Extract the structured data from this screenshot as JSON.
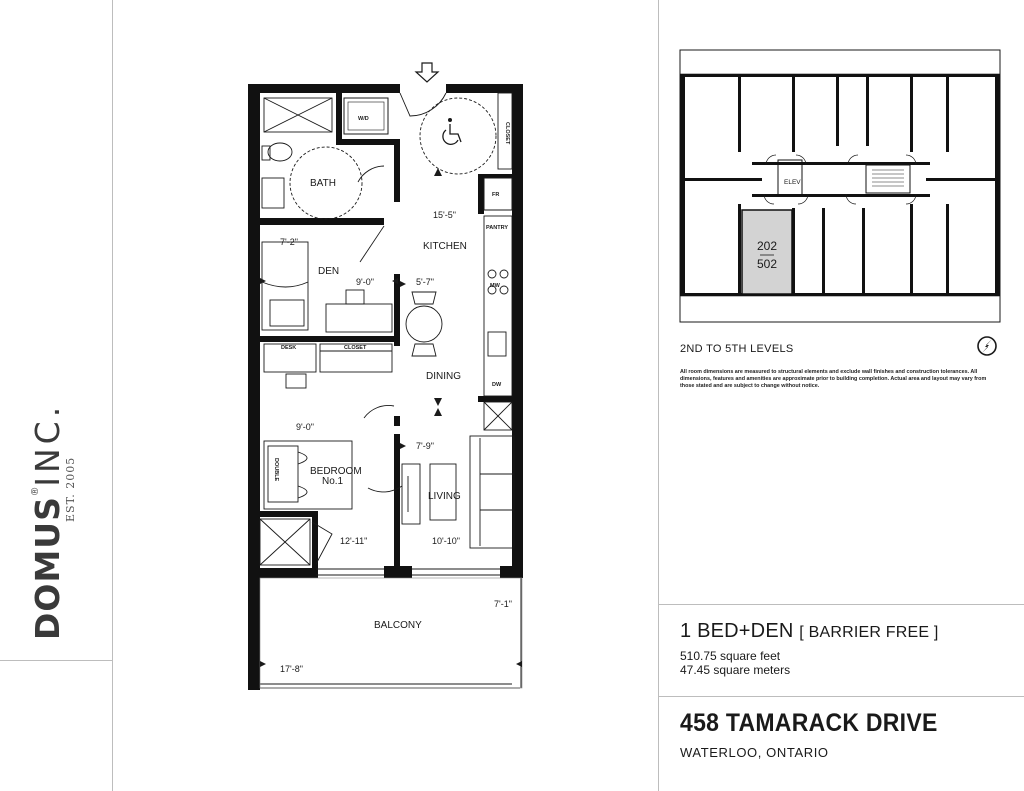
{
  "brand": {
    "name": "DOMUS",
    "suffix": "INC.",
    "registered": "®",
    "established": "EST. 2005"
  },
  "plan": {
    "rooms": {
      "bath": "BATH",
      "wd": "W/D",
      "closet_entry": "CLOSET",
      "fr": "FR",
      "pantry": "PANTRY",
      "kitchen": "KITCHEN",
      "den": "DEN",
      "mw": "MW",
      "desk": "DESK",
      "closet_den": "CLOSET",
      "dining": "DINING",
      "dw": "DW",
      "bedroom_line1": "BEDROOM",
      "bedroom_line2": "No.1",
      "double": "DOUBLE",
      "living": "LIVING",
      "balcony": "BALCONY"
    },
    "dimensions": {
      "kitchen_w": "15'-5\"",
      "den_a": "7'-2\"",
      "den_b": "9'-0\"",
      "dining": "5'-7\"",
      "bedroom_a": "9'-0\"",
      "living_a": "7'-9\"",
      "bedroom_b": "12'-11\"",
      "living_b": "10'-10\"",
      "balcony_d": "7'-1\"",
      "balcony_w": "17'-8\""
    }
  },
  "keyplan": {
    "elev": "ELEV",
    "unit_top": "202",
    "unit_bottom": "502",
    "highlight": "#d3d3d3"
  },
  "levels": "2ND TO 5TH LEVELS",
  "disclaimer": "All room dimensions are measured to structural elements and exclude wall finishes and construction tolerances. All dimensions, features and amenities are approximate prior to building completion. Actual area and layout may vary from those stated and are subject to change without notice.",
  "unit": {
    "type": "1 BED+DEN",
    "note": "[ BARRIER FREE ]",
    "sqft": "510.75 square feet",
    "sqm": "47.45 square meters"
  },
  "address": {
    "street": "458 TAMARACK DRIVE",
    "city": "WATERLOO, ONTARIO"
  }
}
